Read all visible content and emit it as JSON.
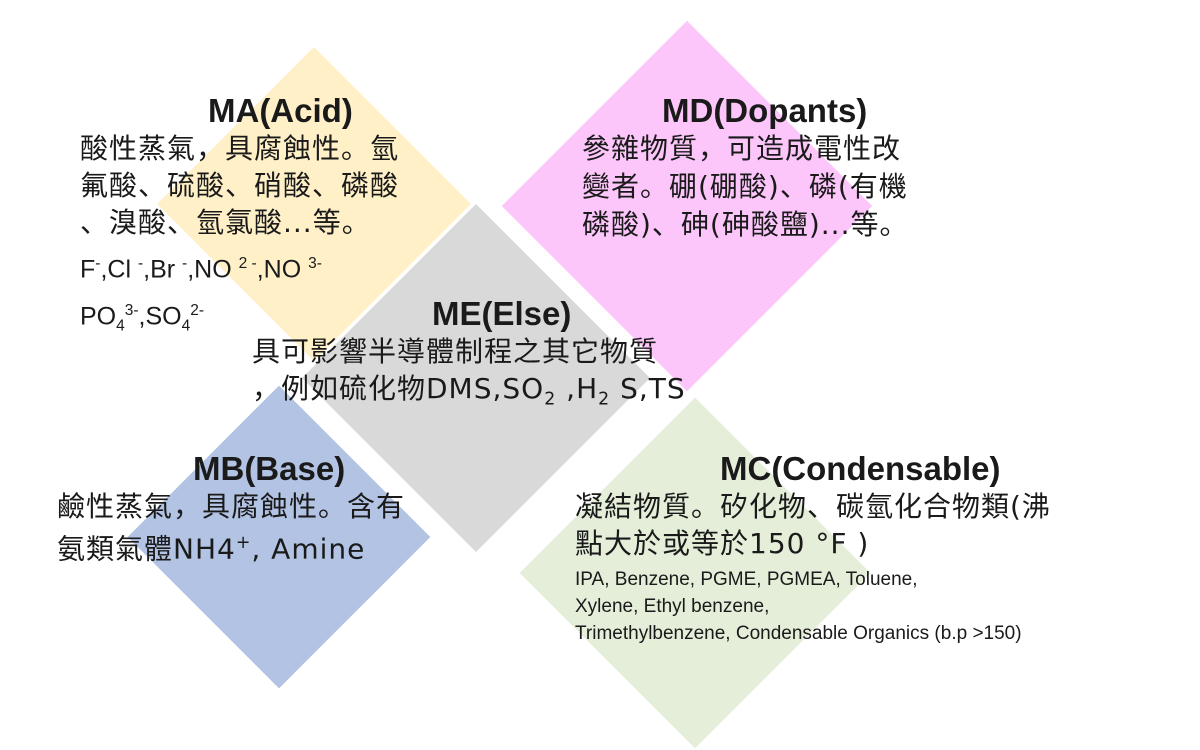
{
  "colors": {
    "ma_fill": "#FFF0C8",
    "md_fill": "#FCC6FA",
    "me_fill": "#D9D9D9",
    "mb_fill": "#B3C3E4",
    "mc_fill": "#E4EED9"
  },
  "ma": {
    "title": "MA(Acid)",
    "desc_lines": [
      "酸性蒸氣，具腐蝕性。氫",
      "氟酸、硫酸、硝酸、磷酸",
      "、溴酸、氫氯酸...等。"
    ],
    "ions": {
      "f": "F",
      "f_charge": "-",
      "cl": ",Cl ",
      "cl_charge": "-",
      "br": ",Br ",
      "br_charge": "-",
      "no2": ",NO ",
      "no2_charge": "2 -",
      "no3": ",NO ",
      "no3_charge": "3-",
      "po": "PO",
      "po_sub": "4",
      "po_charge": "3-",
      "so": ",SO",
      "so_sub": "4",
      "so_charge": "2-"
    }
  },
  "md": {
    "title": "MD(Dopants)",
    "desc_lines": [
      "參雜物質，可造成電性改",
      "變者。硼(硼酸)、磷(有機",
      "磷酸)、砷(砷酸鹽)...等。"
    ]
  },
  "me": {
    "title": "ME(Else)",
    "desc_line1": "具可影響半導體制程之其它物質",
    "desc_line2_a": "，例如硫化物DMS,SO",
    "desc_line2_sub1": "2",
    "desc_line2_b": " ,H",
    "desc_line2_sub2": "2",
    "desc_line2_c": " S,TS"
  },
  "mb": {
    "title": "MB(Base)",
    "desc_line1": "鹼性蒸氣，具腐蝕性。含有",
    "desc_line2_a": "氨類氣體NH4",
    "desc_line2_sup": "+",
    "desc_line2_b": ", Amine"
  },
  "mc": {
    "title": "MC(Condensable)",
    "desc_lines": [
      "凝結物質。矽化物、碳氫化合物類(沸",
      "點大於或等於150 °F )"
    ],
    "list_lines": [
      "IPA, Benzene, PGME, PGMEA, Toluene,",
      "Xylene, Ethyl benzene,",
      "Trimethylbenzene, Condensable Organics (b.p >150)"
    ]
  }
}
